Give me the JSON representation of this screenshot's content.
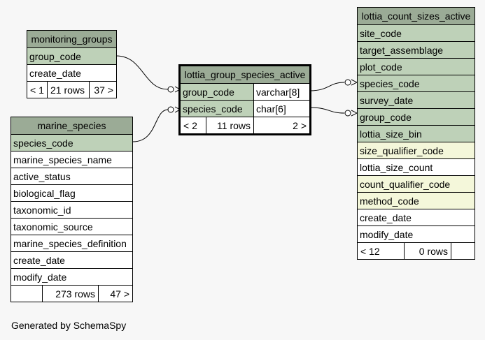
{
  "tables": {
    "monitoring_groups": {
      "title": "monitoring_groups",
      "rows": [
        {
          "name": "group_code",
          "kind": "key"
        },
        {
          "name": "create_date",
          "kind": "plain"
        }
      ],
      "footer": {
        "parents": "< 1",
        "rows": "21 rows",
        "children": "37 >"
      }
    },
    "marine_species": {
      "title": "marine_species",
      "rows": [
        {
          "name": "species_code",
          "kind": "key"
        },
        {
          "name": "marine_species_name",
          "kind": "plain"
        },
        {
          "name": "active_status",
          "kind": "plain"
        },
        {
          "name": "biological_flag",
          "kind": "plain"
        },
        {
          "name": "taxonomic_id",
          "kind": "plain"
        },
        {
          "name": "taxonomic_source",
          "kind": "plain"
        },
        {
          "name": "marine_species_definition",
          "kind": "plain"
        },
        {
          "name": "create_date",
          "kind": "plain"
        },
        {
          "name": "modify_date",
          "kind": "plain"
        }
      ],
      "footer": {
        "parents": "",
        "rows": "273 rows",
        "children": "47 >"
      }
    },
    "lottia_group_species_active": {
      "title": "lottia_group_species_active",
      "rows": [
        {
          "name": "group_code",
          "type": "varchar[8]",
          "kind": "key"
        },
        {
          "name": "species_code",
          "type": "char[6]",
          "kind": "key"
        }
      ],
      "footer": {
        "parents": "< 2",
        "rows": "11 rows",
        "children": "2 >"
      }
    },
    "lottia_count_sizes_active": {
      "title": "lottia_count_sizes_active",
      "rows": [
        {
          "name": "site_code",
          "kind": "key"
        },
        {
          "name": "target_assemblage",
          "kind": "key"
        },
        {
          "name": "plot_code",
          "kind": "key"
        },
        {
          "name": "species_code",
          "kind": "key"
        },
        {
          "name": "survey_date",
          "kind": "key"
        },
        {
          "name": "group_code",
          "kind": "key"
        },
        {
          "name": "lottia_size_bin",
          "kind": "key"
        },
        {
          "name": "size_qualifier_code",
          "kind": "idx"
        },
        {
          "name": "lottia_size_count",
          "kind": "plain"
        },
        {
          "name": "count_qualifier_code",
          "kind": "idx"
        },
        {
          "name": "method_code",
          "kind": "idx"
        },
        {
          "name": "create_date",
          "kind": "plain"
        },
        {
          "name": "modify_date",
          "kind": "plain"
        }
      ],
      "footer": {
        "parents": "< 12",
        "rows": "0 rows",
        "children": ""
      }
    }
  },
  "generated_by": "Generated by SchemaSpy",
  "colors": {
    "header": "#9bab96",
    "key": "#bed1b8",
    "index": "#f4f7da",
    "plain": "#ffffff"
  }
}
